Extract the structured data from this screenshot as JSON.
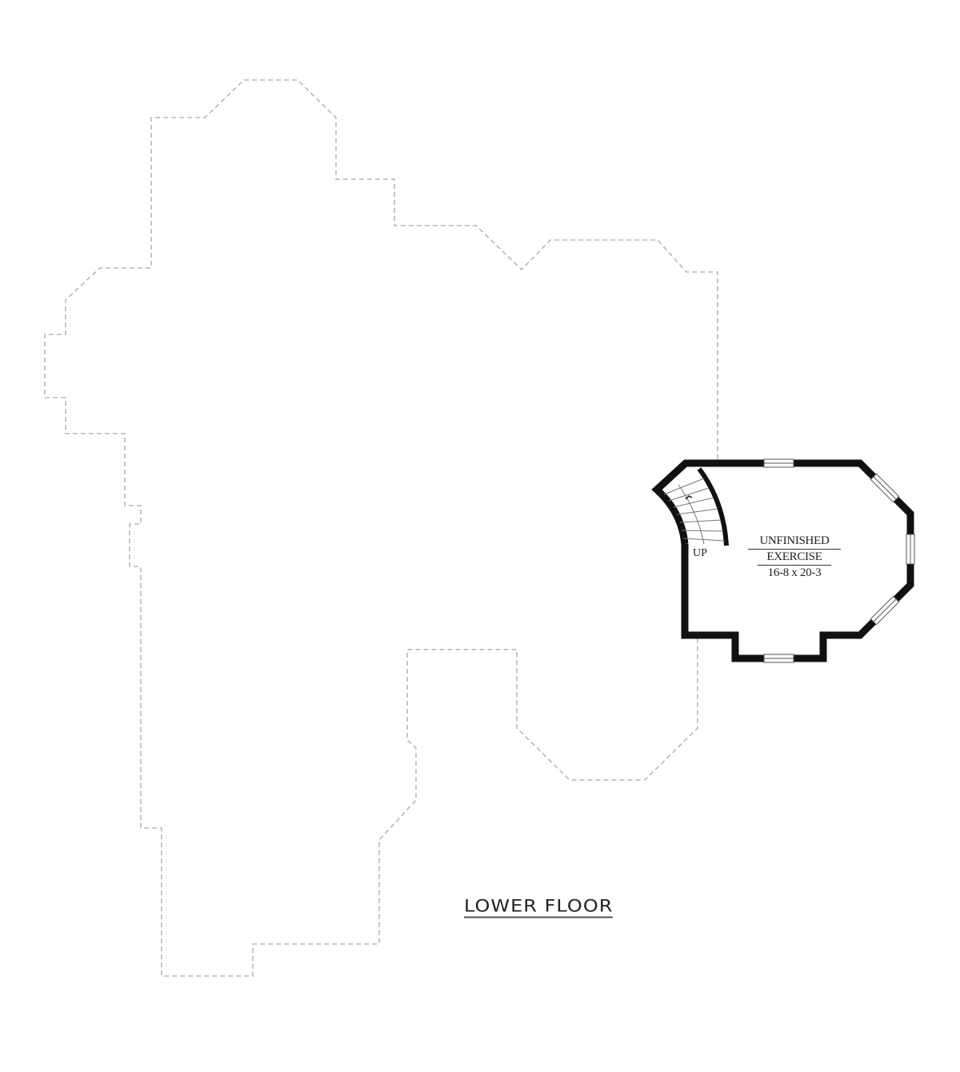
{
  "plan_title": "LOWER FLOOR",
  "room": {
    "name_line1": "UNFINISHED",
    "name_line2": "EXERCISE",
    "dimensions": "16-8 x 20-3"
  },
  "stair_label": "UP",
  "colors": {
    "wall": "#111111",
    "outline": "#aaaaaa",
    "background": "#ffffff"
  }
}
